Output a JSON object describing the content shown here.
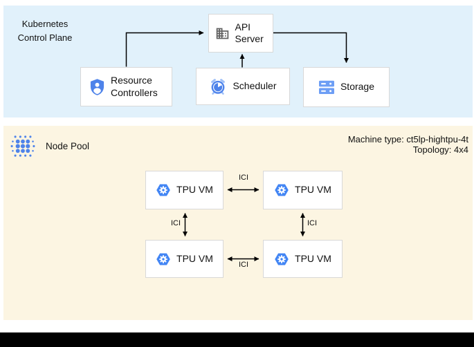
{
  "control_plane": {
    "title": "Kubernetes Control Plane",
    "bg_color": "#E1F1FB",
    "api_server": {
      "label": "API Server"
    },
    "resource_controllers": {
      "label": "Resource Controllers"
    },
    "scheduler": {
      "label": "Scheduler"
    },
    "storage": {
      "label": "Storage"
    }
  },
  "node_pool": {
    "title": "Node Pool",
    "bg_color": "#FCF5E2",
    "machine_type": "Machine type: ct5lp-hightpu-4t",
    "topology": "Topology: 4x4",
    "tpu_vms": [
      {
        "label": "TPU VM"
      },
      {
        "label": "TPU VM"
      },
      {
        "label": "TPU VM"
      },
      {
        "label": "TPU VM"
      }
    ],
    "links": [
      {
        "position": "top",
        "label": "ICI"
      },
      {
        "position": "left",
        "label": "ICI"
      },
      {
        "position": "right",
        "label": "ICI"
      },
      {
        "position": "bottom",
        "label": "ICI"
      }
    ]
  },
  "icons": {
    "api_server": "building-icon",
    "resource_controllers": "shield-user-icon",
    "scheduler": "alarm-clock-icon",
    "storage": "storage-disks-icon",
    "node_pool": "dots-cluster-icon",
    "tpu_vm": "hexagon-gear-icon"
  },
  "colors": {
    "icon_blue": "#4E83EA",
    "icon_light_blue": "#9FC0F8",
    "icon_gray": "#616161",
    "control_plane_bg": "#E1F1FB",
    "node_pool_bg": "#FCF5E2",
    "box_border": "#D8D8D8",
    "arrow": "#000000",
    "bottom_bar": "#000000"
  }
}
